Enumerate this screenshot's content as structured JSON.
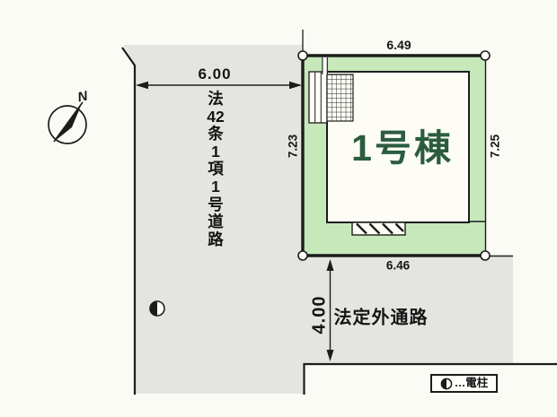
{
  "colors": {
    "road_fill": "#e4e4e1",
    "lot_fill": "#c6e8ba",
    "building_fill": "#fdfdf6",
    "line": "#1c1c1c",
    "building_label_color": "#2c5c40"
  },
  "compass": {
    "label": "N"
  },
  "west_road": {
    "width_label": "6.00",
    "name": "法42条1項1号道路",
    "name_segments": [
      "法",
      "42",
      "条",
      "1",
      "項",
      "1",
      "号",
      "道",
      "路"
    ]
  },
  "lot": {
    "dim_top": "6.49",
    "dim_bottom": "6.46",
    "dim_left": "7.23",
    "dim_right": "7.25",
    "building_label": "1号棟"
  },
  "south_road": {
    "width_label": "4.00",
    "name": "法定外通路"
  },
  "legend": {
    "symbol_name": "utility-pole",
    "label": "…電柱"
  }
}
